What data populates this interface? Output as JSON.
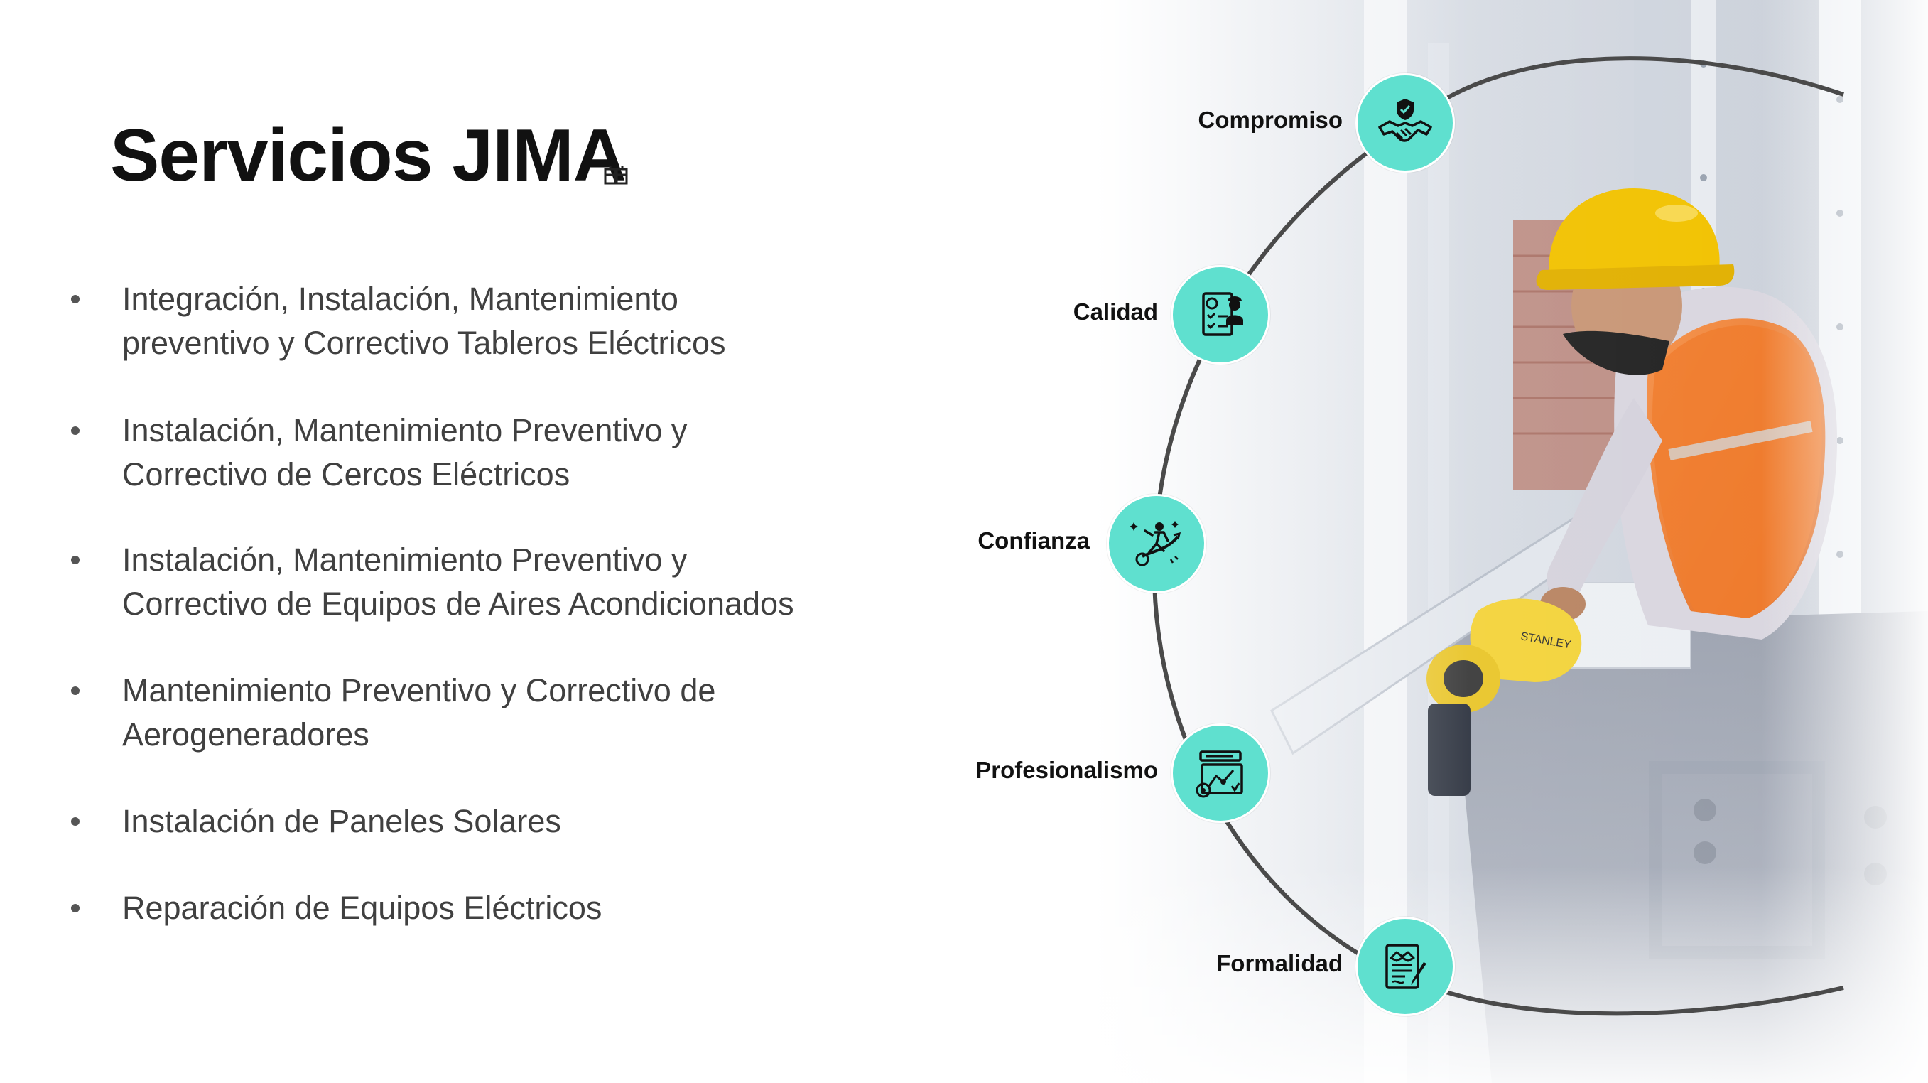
{
  "title": "Servicios JIMA",
  "services": [
    {
      "line1": "Integración, Instalación, Mantenimiento",
      "line2": "preventivo y Correctivo Tableros Eléctricos"
    },
    {
      "line1": "Instalación, Mantenimiento Preventivo y",
      "line2": "Correctivo de Cercos Eléctricos"
    },
    {
      "line1": "Instalación, Mantenimiento Preventivo y",
      "line2": "Correctivo de Equipos de Aires Acondicionados"
    },
    {
      "line1": "Mantenimiento Preventivo y Correctivo de",
      "line2": "Aerogeneradores"
    },
    {
      "line1": "Instalación de Paneles Solares"
    },
    {
      "line1": "Reparación de Equipos Eléctricos"
    }
  ],
  "values": [
    {
      "label": "Compromiso",
      "icon": "handshake-shield-icon"
    },
    {
      "label": "Calidad",
      "icon": "quality-checklist-icon"
    },
    {
      "label": "Confianza",
      "icon": "surfing-person-icon"
    },
    {
      "label": "Profesionalismo",
      "icon": "engineering-blueprint-icon"
    },
    {
      "label": "Formalidad",
      "icon": "signed-contract-icon"
    }
  ],
  "colors": {
    "accent": "#5fe0cf",
    "title": "#111111",
    "body_text": "#404040",
    "arc": "#4a4a4a",
    "hardhat": "#f2c200",
    "vest": "#f07a2a"
  },
  "photo": {
    "description_icon": "technician-with-blower-photo",
    "blower_brand": "STANLEY"
  }
}
